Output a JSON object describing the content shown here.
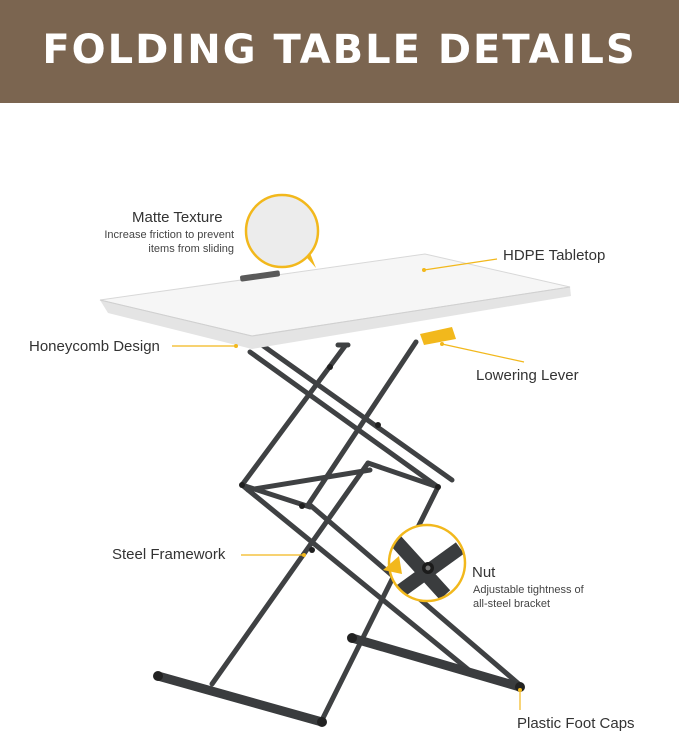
{
  "banner": {
    "title": "FOLDING TABLE DETAILS"
  },
  "colors": {
    "banner_bg": "#7b6550",
    "accent": "#f2b81c",
    "frame": "#3f4143",
    "tabletop": "#f4f4f4"
  },
  "callouts": {
    "matte_texture": {
      "title": "Matte Texture",
      "desc_line1": "Increase friction to prevent",
      "desc_line2": "items from sliding"
    },
    "hdpe_tabletop": {
      "title": "HDPE Tabletop"
    },
    "honeycomb": {
      "title": "Honeycomb Design"
    },
    "lowering_lever": {
      "title": "Lowering Lever"
    },
    "steel_framework": {
      "title": "Steel Framework"
    },
    "nut": {
      "title": "Nut",
      "desc_line1": "Adjustable tightness of",
      "desc_line2": "all-steel bracket"
    },
    "foot_caps": {
      "title": "Plastic Foot Caps"
    }
  }
}
